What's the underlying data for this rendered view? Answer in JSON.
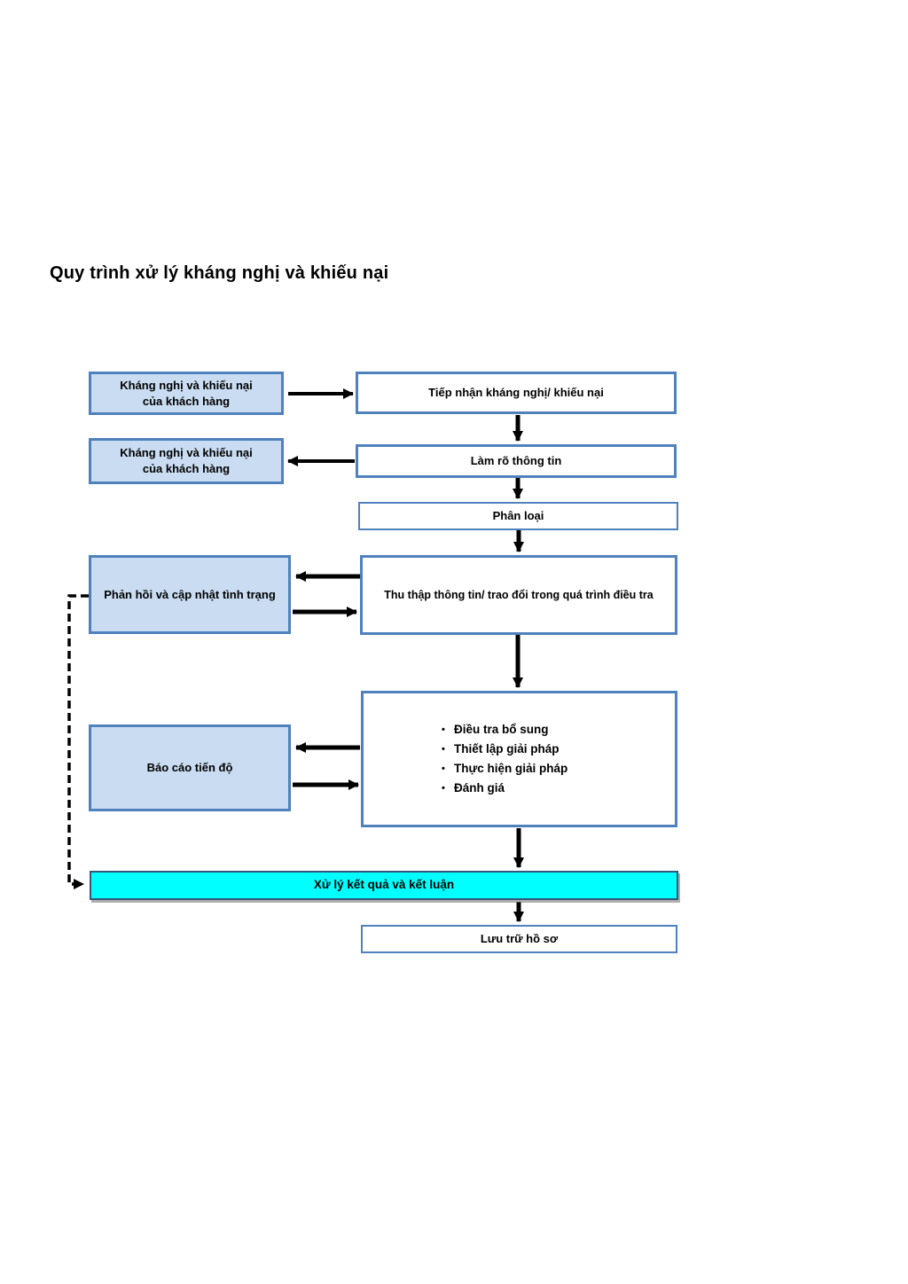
{
  "title": "Quy trình xử lý kháng nghị và khiếu nại",
  "colors": {
    "box_border": "#4F81BD",
    "left_box_fill": "#C9DCF1",
    "highlight_fill": "#00FFFF",
    "highlight_border": "#31577A",
    "arrow": "#000000"
  },
  "nodes": {
    "customer_appeal_top": "Kháng nghị và khiếu nại\ncủa khách hàng",
    "customer_appeal_back": "Kháng nghị và khiếu nại\ncủa khách hàng",
    "receive": "Tiếp nhận kháng nghị/ khiếu nại",
    "clarify": "Làm rõ thông tin",
    "classify": "Phân loại",
    "feedback_status": "Phản hồi và cập nhật tình trạng",
    "collect": "Thu thập thông tin/ trao đổi trong quá trình điều tra",
    "progress": "Báo cáo tiến độ",
    "investigation_steps": [
      "Điều tra bổ sung",
      "Thiết lập giải pháp",
      "Thực hiện giải pháp",
      "Đánh giá"
    ],
    "conclude": "Xử lý kết quả và kết luận",
    "archive": "Lưu trữ hồ sơ"
  }
}
